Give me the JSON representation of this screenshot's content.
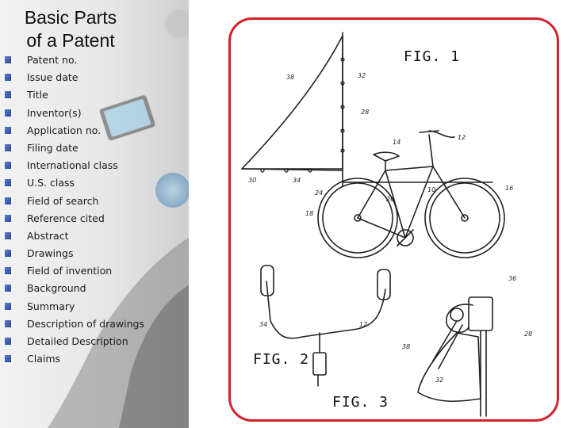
{
  "slide": {
    "title_line1": "Basic Parts",
    "title_line2": "of a Patent",
    "items": [
      "Patent no.",
      "Issue date",
      "Title",
      "Inventor(s)",
      "Application no.",
      "Filing date",
      "International class",
      "U.S. class",
      "Field of search",
      "Reference cited",
      "Abstract",
      "Drawings",
      "Field of invention",
      "Background",
      "Summary",
      "Description of drawings",
      "Detailed Description",
      "Claims"
    ]
  },
  "figure": {
    "fig1": "FIG. 1",
    "fig2": "FIG. 2",
    "fig3": "FIG. 3",
    "refs": [
      "38",
      "32",
      "28",
      "14",
      "12",
      "30",
      "34",
      "24",
      "26",
      "10",
      "16",
      "18",
      "34",
      "12",
      "36",
      "38",
      "28",
      "32"
    ]
  },
  "colors": {
    "frame": "#d4202a",
    "bullet": "#3a5ab0"
  }
}
